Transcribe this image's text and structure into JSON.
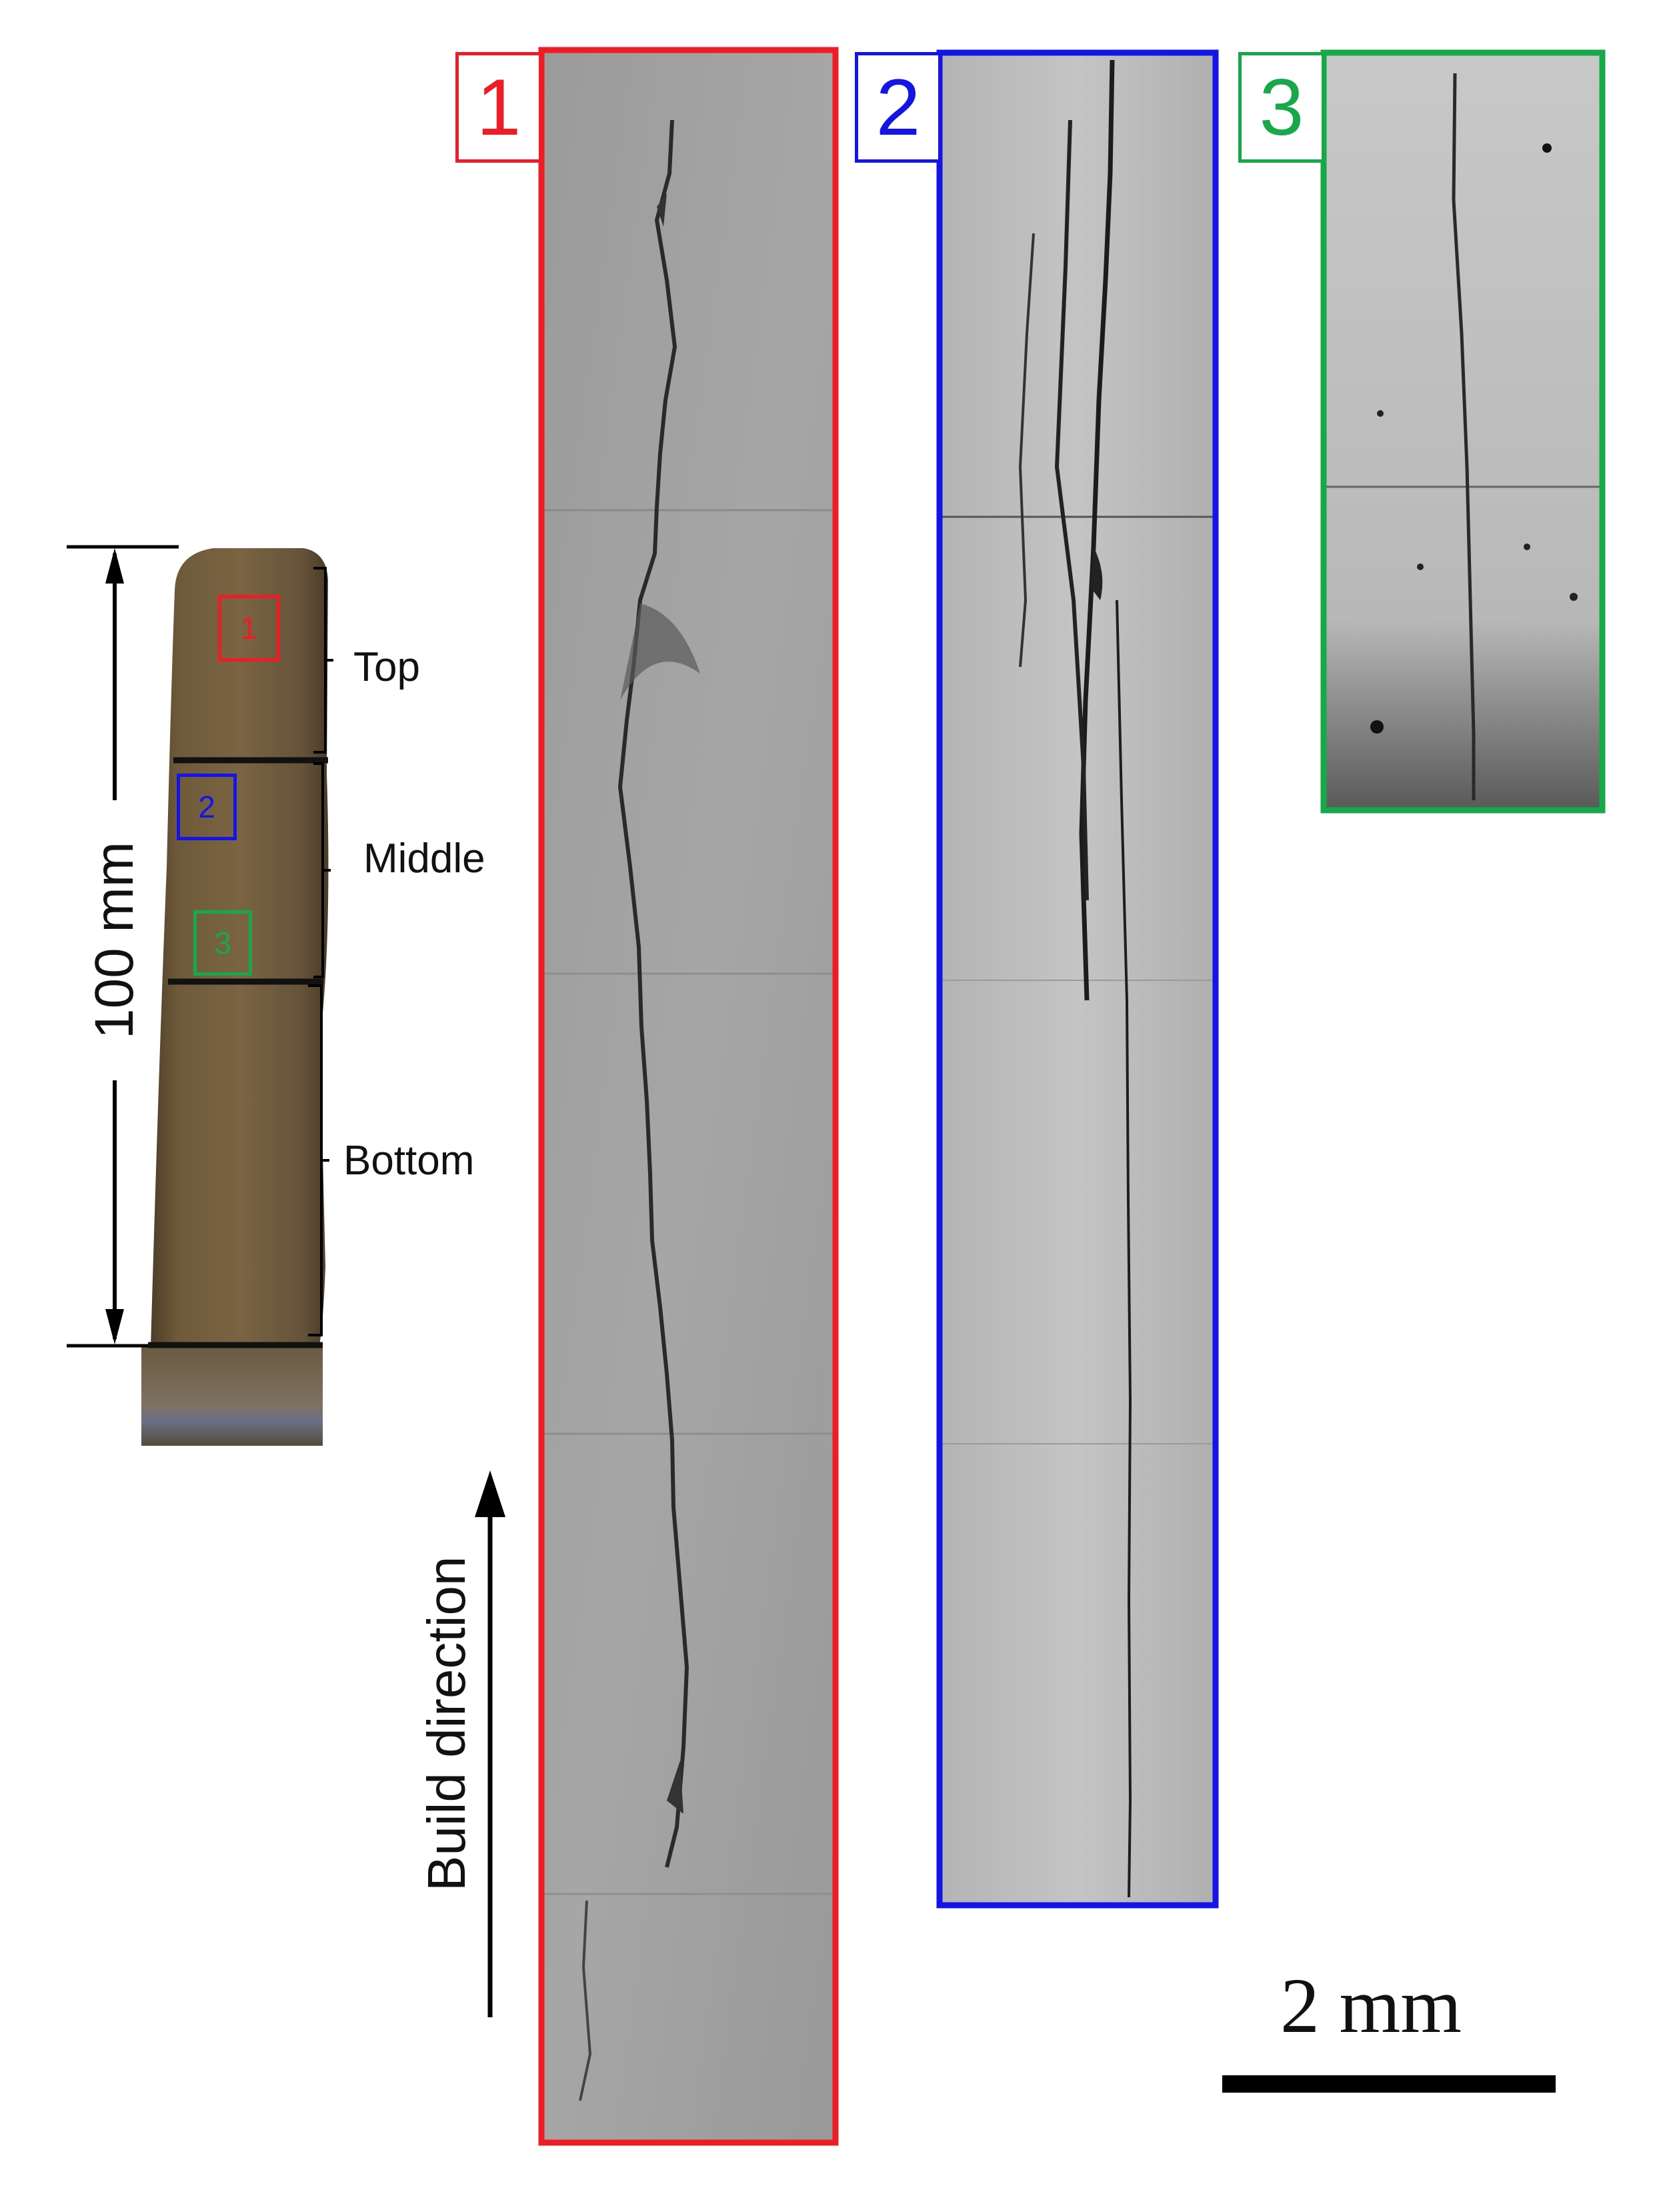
{
  "colors": {
    "panel_1": "#ee1c24",
    "panel_2": "#1414e6",
    "panel_3": "#17a84a",
    "specimen": "#6e5a3c"
  },
  "specimen": {
    "dimension_label": "100 mm",
    "regions": [
      "Top",
      "Middle",
      "Bottom"
    ],
    "markers": [
      "1",
      "2",
      "3"
    ]
  },
  "panels": [
    {
      "id": "1",
      "label": "1"
    },
    {
      "id": "2",
      "label": "2"
    },
    {
      "id": "3",
      "label": "3"
    }
  ],
  "annotations": {
    "build_direction": "Build direction",
    "scale_bar": "2 mm"
  }
}
